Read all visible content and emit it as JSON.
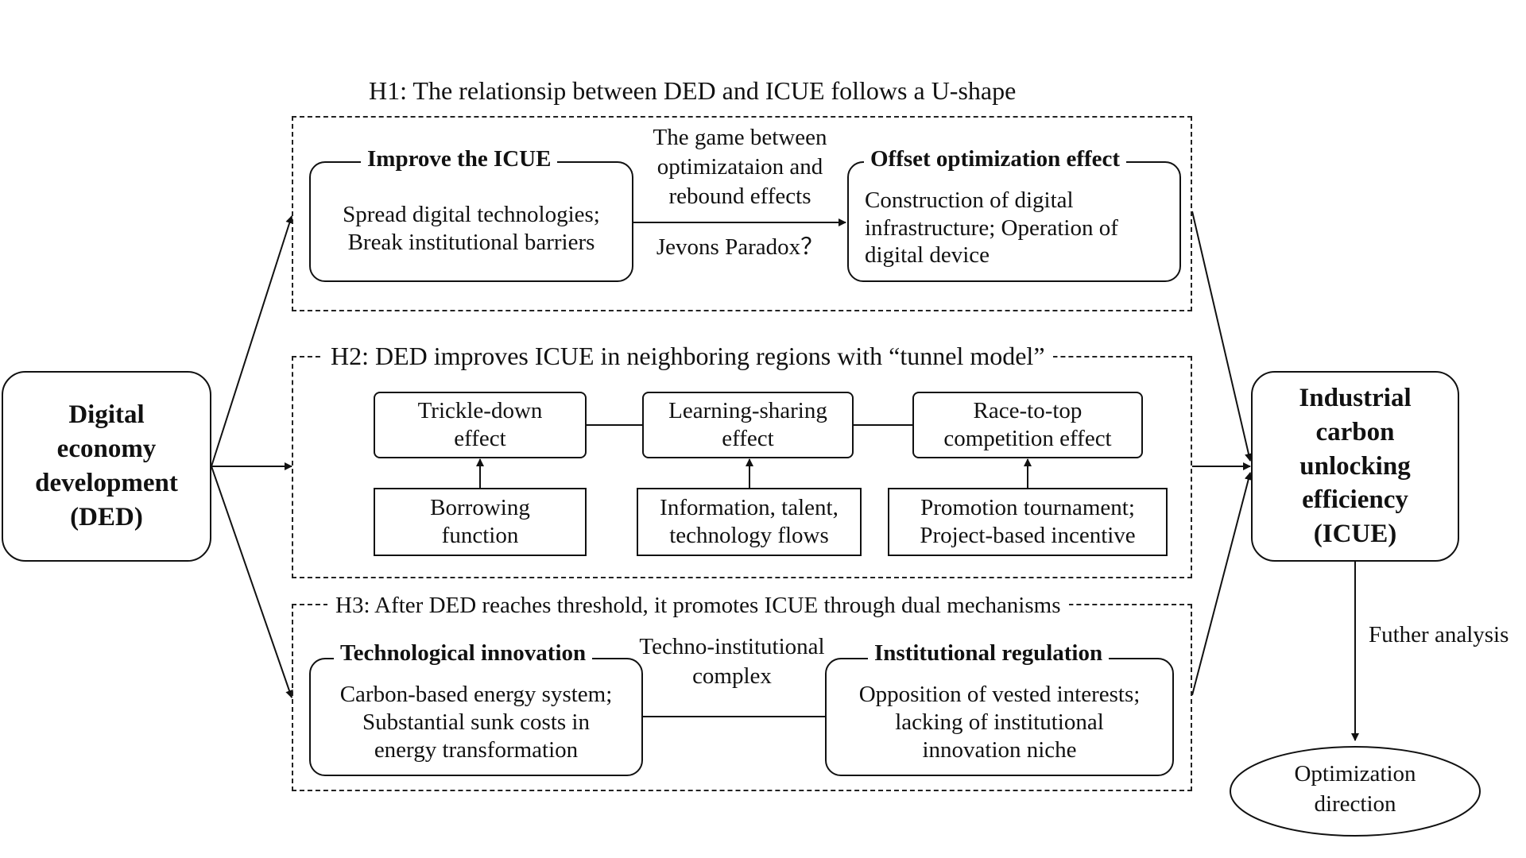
{
  "ded": {
    "lines": [
      "Digital",
      "economy",
      "development",
      "(DED)"
    ]
  },
  "icue": {
    "lines": [
      "Industrial",
      "carbon",
      "unlocking",
      "efficiency",
      "(ICUE)"
    ]
  },
  "h1": {
    "title": "H1: The relationsip between DED and ICUE follows a U-shape",
    "left": {
      "title": "Improve the ICUE",
      "lines": [
        "Spread digital technologies;",
        "Break institutional barriers"
      ]
    },
    "middle": {
      "lines": [
        "The game between",
        "optimizataion and",
        "rebound effects"
      ],
      "question": "Jevons Paradox？"
    },
    "right": {
      "title": "Offset optimization effect",
      "lines": [
        "Construction of digital",
        "infrastructure; Operation of",
        "digital device"
      ]
    }
  },
  "h2": {
    "title": "H2: DED  improves ICUE in neighboring regions with “tunnel model”",
    "effects": [
      {
        "lines": [
          "Trickle-down",
          "effect"
        ]
      },
      {
        "lines": [
          "Learning-sharing",
          "effect"
        ]
      },
      {
        "lines": [
          "Race-to-top",
          "competition effect"
        ]
      }
    ],
    "mechanisms": [
      {
        "lines": [
          "Borrowing",
          "function"
        ]
      },
      {
        "lines": [
          "Information, talent,",
          "technology flows"
        ]
      },
      {
        "lines": [
          "Promotion tournament;",
          "Project-based incentive"
        ]
      }
    ]
  },
  "h3": {
    "title": "H3: After DED reaches threshold, it promotes ICUE through dual mechanisms",
    "left": {
      "title": "Technological innovation",
      "lines": [
        "Carbon-based energy system;",
        "Substantial sunk costs in",
        "energy transformation"
      ]
    },
    "middle": {
      "lines": [
        "Techno-institutional",
        "complex"
      ]
    },
    "right": {
      "title": "Institutional regulation",
      "lines": [
        "Opposition of vested interests;",
        "lacking of institutional",
        "innovation niche"
      ]
    }
  },
  "further": {
    "label": "Futher analysis"
  },
  "optimization": {
    "lines": [
      "Optimization",
      "direction"
    ]
  }
}
